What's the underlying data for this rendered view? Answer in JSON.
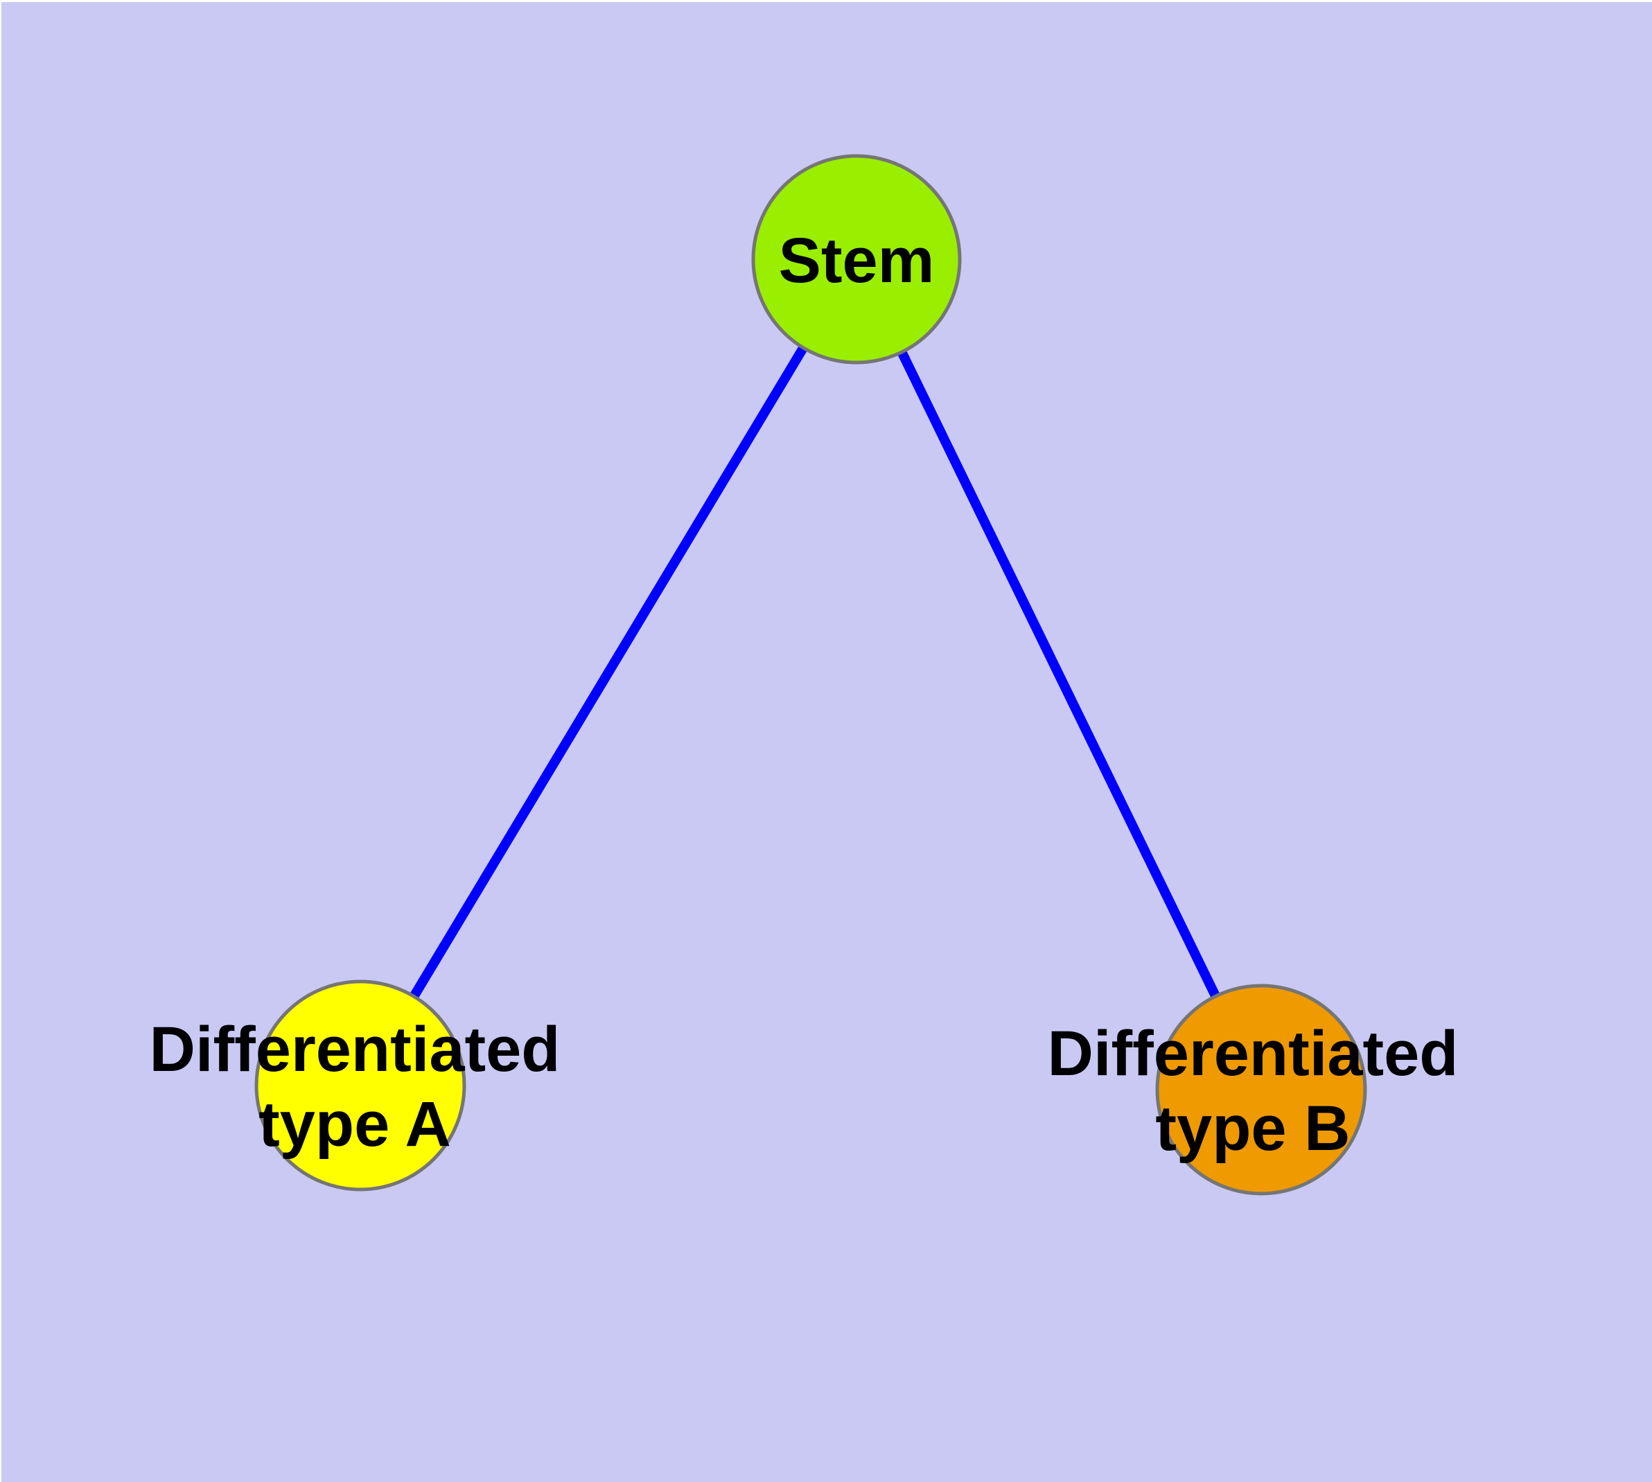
{
  "diagram": {
    "type": "node-link-tree",
    "description": "Stem cell differentiation diagram: one parent node connected to two child nodes",
    "background_color": "#C9C9F4",
    "page_margin_color": "#FFFFFF",
    "edge_color": "#0000FF",
    "node_border_color": "#757575",
    "label_color": "#000000",
    "nodes": {
      "stem": {
        "label": "Stem",
        "fill": "#9AEE00"
      },
      "type_a": {
        "label": "Differentiated\ntype A",
        "fill": "#FFFF00"
      },
      "type_b": {
        "label": "Differentiated\ntype B",
        "fill": "#EE9A00"
      }
    },
    "edges": [
      {
        "from": "stem",
        "to": "type_a"
      },
      {
        "from": "stem",
        "to": "type_b"
      }
    ]
  }
}
